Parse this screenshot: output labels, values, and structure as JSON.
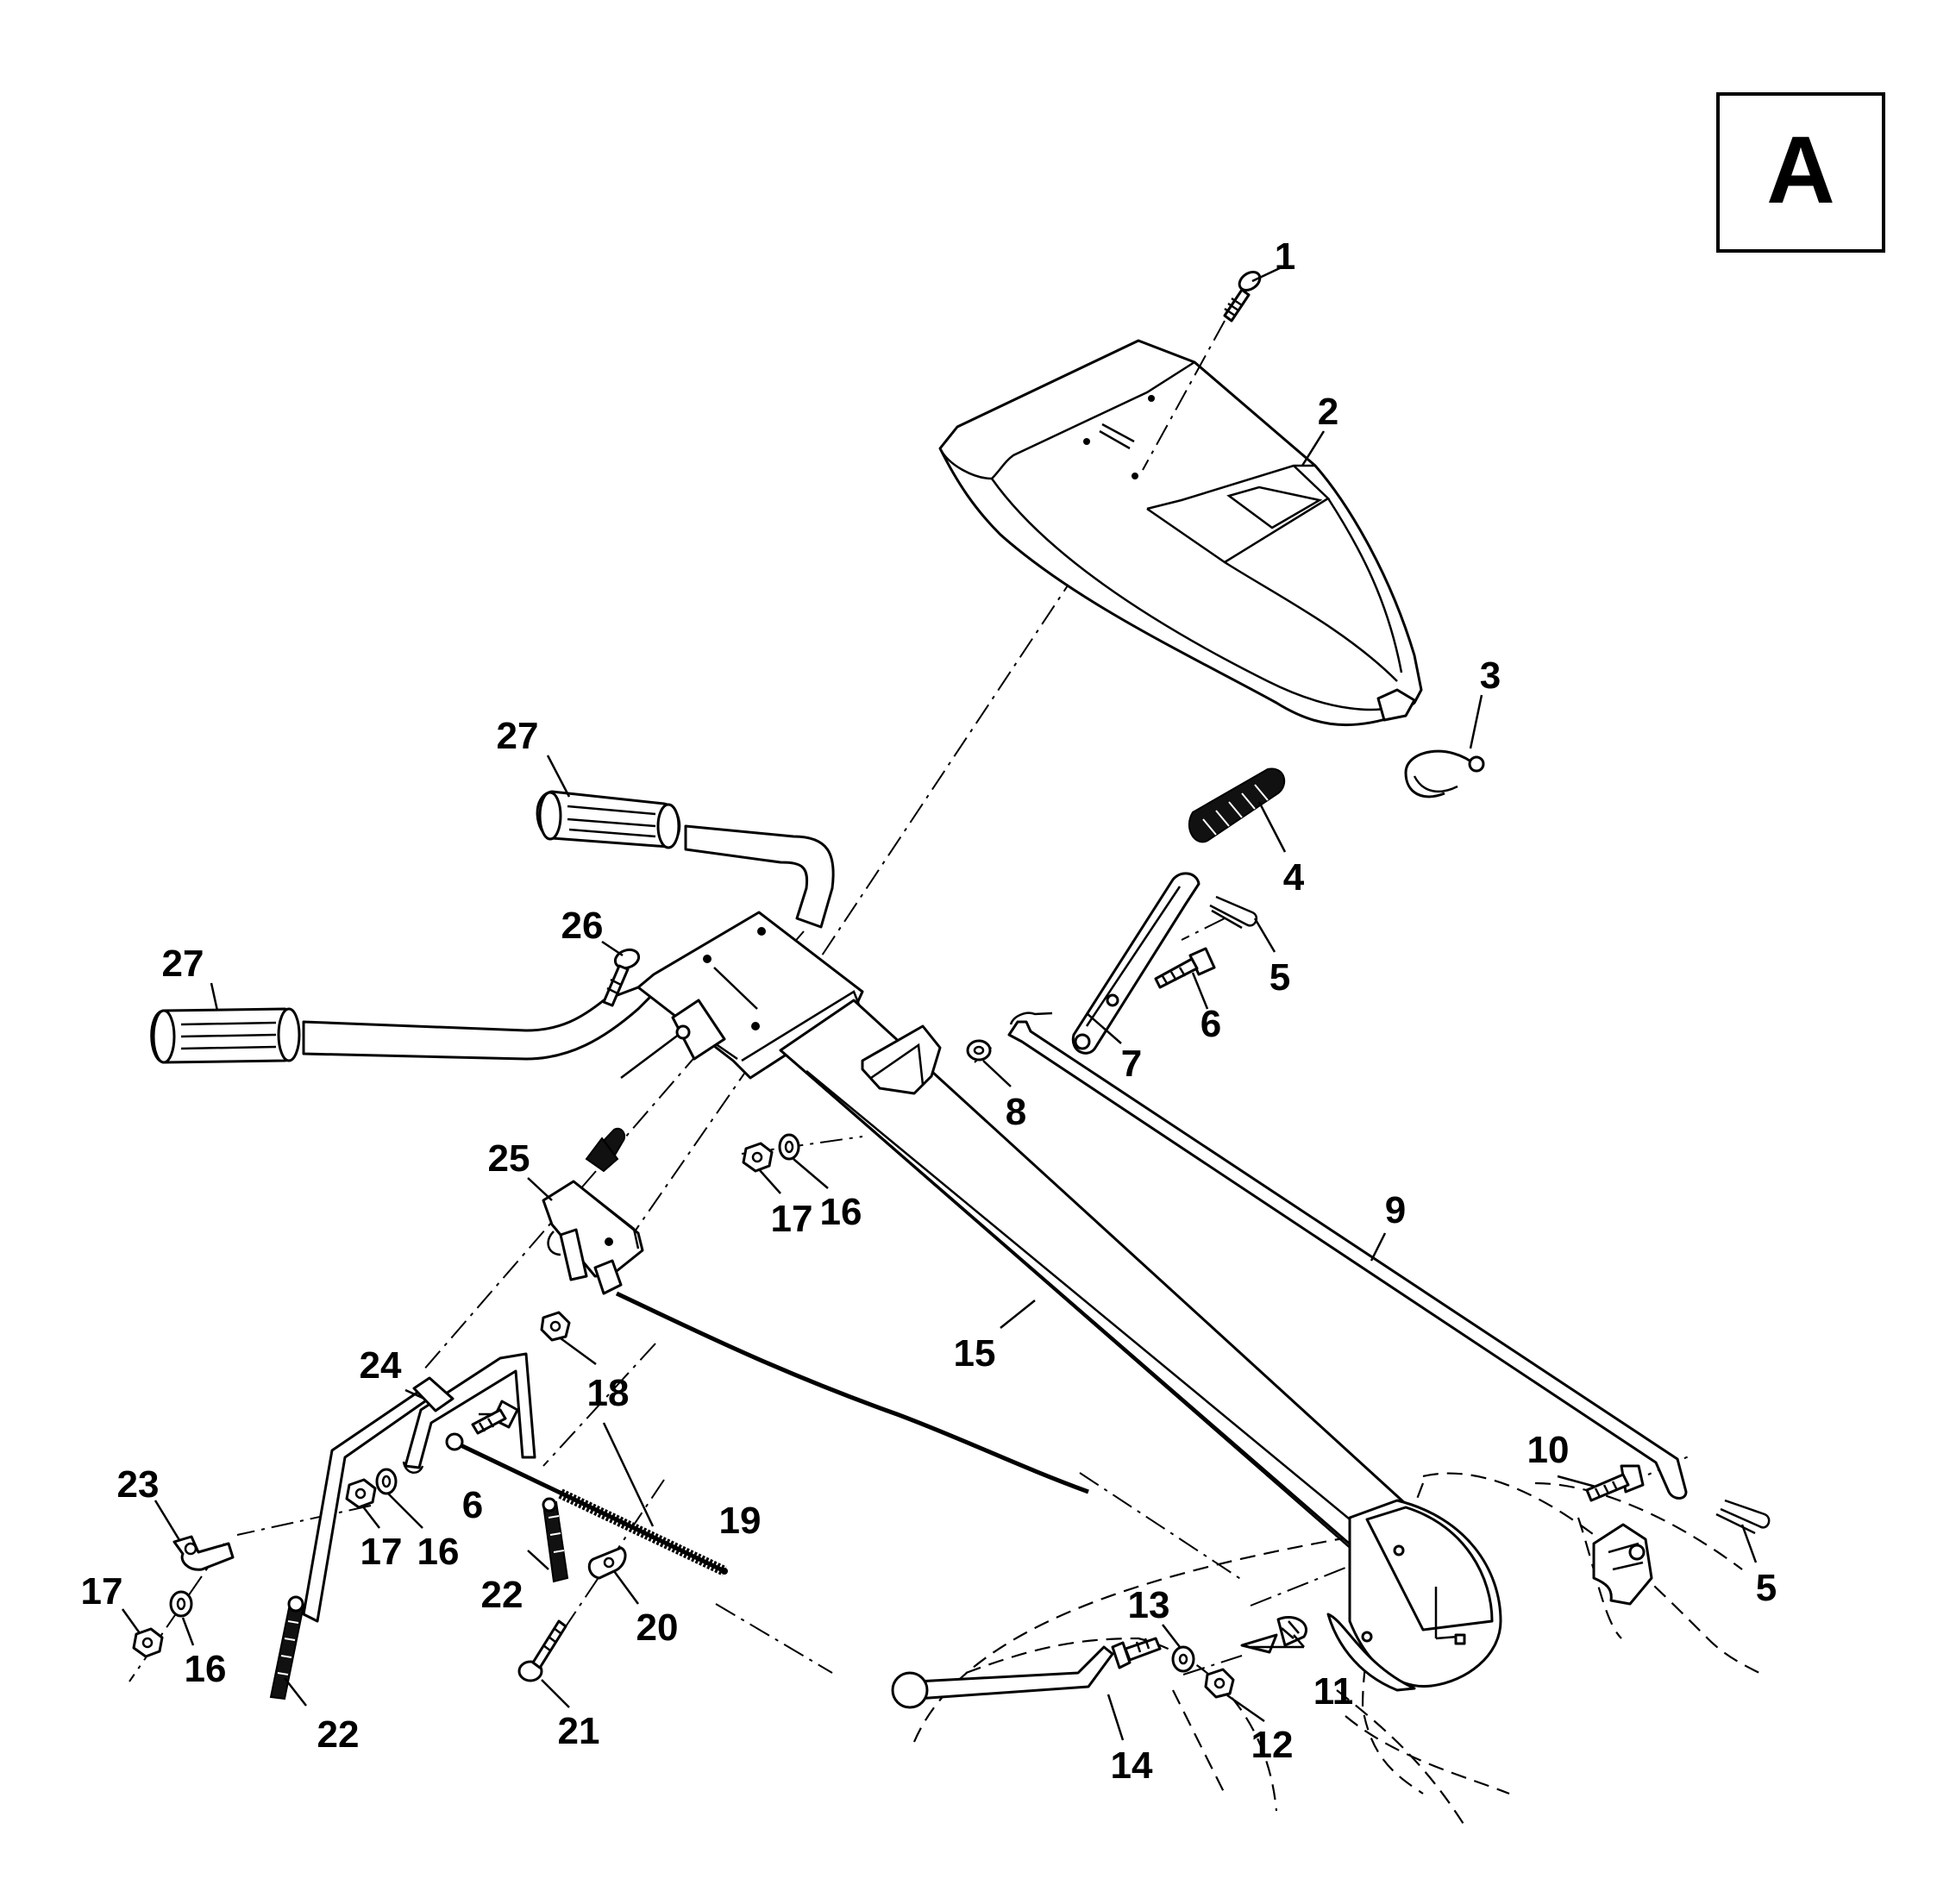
{
  "figure_label": "A",
  "callouts": [
    "1",
    "2",
    "3",
    "4",
    "5",
    "6",
    "7",
    "8",
    "9",
    "10",
    "11",
    "12",
    "13",
    "14",
    "15",
    "16",
    "17",
    "18",
    "19",
    "20",
    "21",
    "22",
    "23",
    "24",
    "25",
    "26",
    "27"
  ],
  "labels": [
    {
      "id": "l1",
      "text": "1"
    },
    {
      "id": "l2",
      "text": "2"
    },
    {
      "id": "l3",
      "text": "3"
    },
    {
      "id": "l4",
      "text": "4"
    },
    {
      "id": "l5a",
      "text": "5"
    },
    {
      "id": "l5b",
      "text": "5"
    },
    {
      "id": "l6a",
      "text": "6"
    },
    {
      "id": "l6b",
      "text": "6"
    },
    {
      "id": "l7",
      "text": "7"
    },
    {
      "id": "l8",
      "text": "8"
    },
    {
      "id": "l9",
      "text": "9"
    },
    {
      "id": "l10",
      "text": "10"
    },
    {
      "id": "l11",
      "text": "11"
    },
    {
      "id": "l12",
      "text": "12"
    },
    {
      "id": "l13",
      "text": "13"
    },
    {
      "id": "l14",
      "text": "14"
    },
    {
      "id": "l15",
      "text": "15"
    },
    {
      "id": "l16a",
      "text": "16"
    },
    {
      "id": "l16b",
      "text": "16"
    },
    {
      "id": "l16c",
      "text": "16"
    },
    {
      "id": "l17a",
      "text": "17"
    },
    {
      "id": "l17b",
      "text": "17"
    },
    {
      "id": "l17c",
      "text": "17"
    },
    {
      "id": "l18",
      "text": "18"
    },
    {
      "id": "l19",
      "text": "19"
    },
    {
      "id": "l20",
      "text": "20"
    },
    {
      "id": "l21",
      "text": "21"
    },
    {
      "id": "l22a",
      "text": "22"
    },
    {
      "id": "l22b",
      "text": "22"
    },
    {
      "id": "l23",
      "text": "23"
    },
    {
      "id": "l24",
      "text": "24"
    },
    {
      "id": "l25",
      "text": "25"
    },
    {
      "id": "l26",
      "text": "26"
    },
    {
      "id": "l27a",
      "text": "27"
    },
    {
      "id": "l27b",
      "text": "27"
    }
  ]
}
